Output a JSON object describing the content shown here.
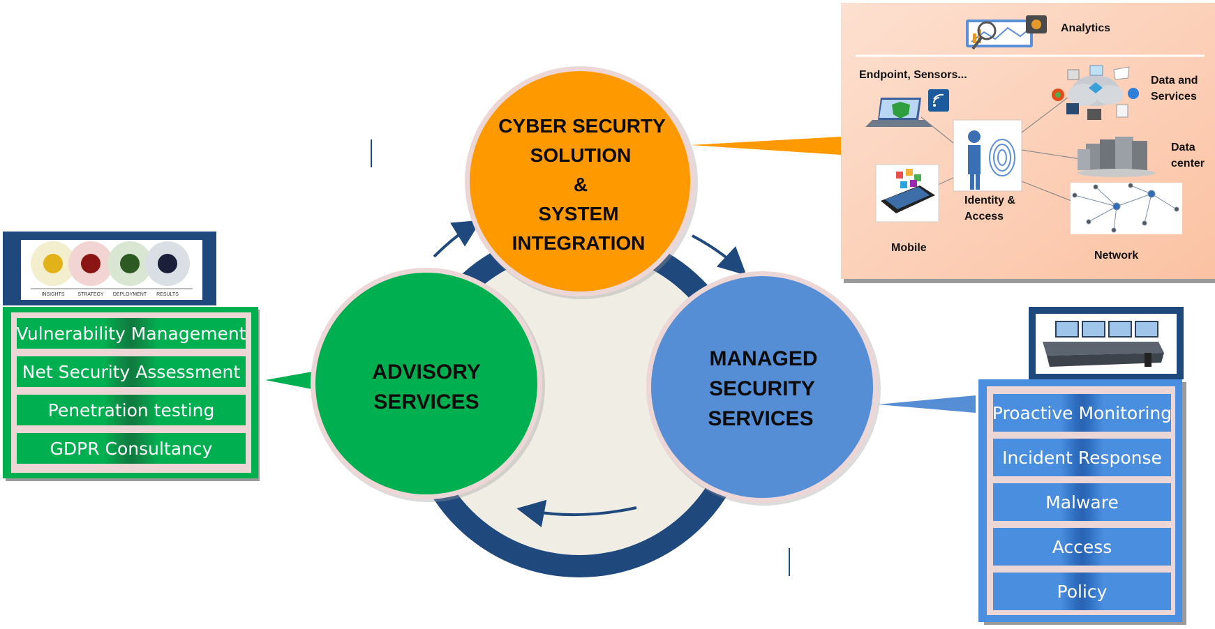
{
  "center": {
    "cyber": [
      "CYBER SECURTY",
      "SOLUTION",
      "&",
      "SYSTEM",
      "INTEGRATION"
    ],
    "advisory": [
      "ADVISORY",
      "SERVICES"
    ],
    "managed": [
      "MANAGED",
      "SECURITY",
      "SERVICES"
    ]
  },
  "advisory_panel": {
    "stages": [
      "INSIGHTS",
      "STRATEGY",
      "DEPLOYMENT",
      "RESULTS"
    ],
    "items": [
      "Vulnerability Management",
      "Net Security Assessment",
      "Penetration testing",
      "GDPR Consultancy"
    ]
  },
  "managed_panel": {
    "items": [
      "Proactive Monitoring",
      "Incident Response",
      "Malware",
      "Access",
      "Policy"
    ]
  },
  "integration_panel": {
    "analytics": "Analytics",
    "endpoint": "Endpoint, Sensors...",
    "data_services": [
      "Data and",
      "Services"
    ],
    "data_center": [
      "Data",
      "center"
    ],
    "identity": [
      "Identity &",
      "Access"
    ],
    "mobile": "Mobile",
    "network": "Network"
  },
  "colors": {
    "ring": "#1f497d",
    "inner": "#efede4",
    "orange": "#ff9900",
    "green": "#00b050",
    "blue": "#558ed5",
    "panel_peach": "#fbc8ad"
  }
}
